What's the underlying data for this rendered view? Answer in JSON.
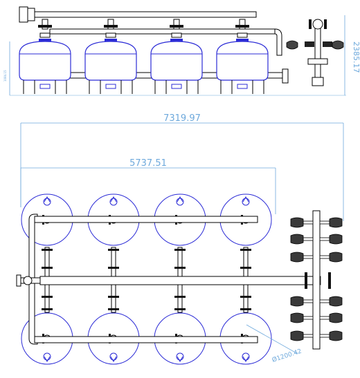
{
  "drawing": {
    "elevation_view": {
      "tank_count": 4,
      "height_dimension": "2385.17",
      "tank_height_label": "1084.15"
    },
    "plan_view": {
      "overall_width": "7319.97",
      "tank_span_width": "5737.51",
      "tank_diameter": "Ø1200.42",
      "tank_columns": 4,
      "tank_rows": 2,
      "manifold_valve_count": 6
    },
    "colors": {
      "outline": "#000000",
      "tank_circle": "#2b2bd6",
      "dimension": "#6ea9dc",
      "valve_fill": "#111111"
    }
  }
}
